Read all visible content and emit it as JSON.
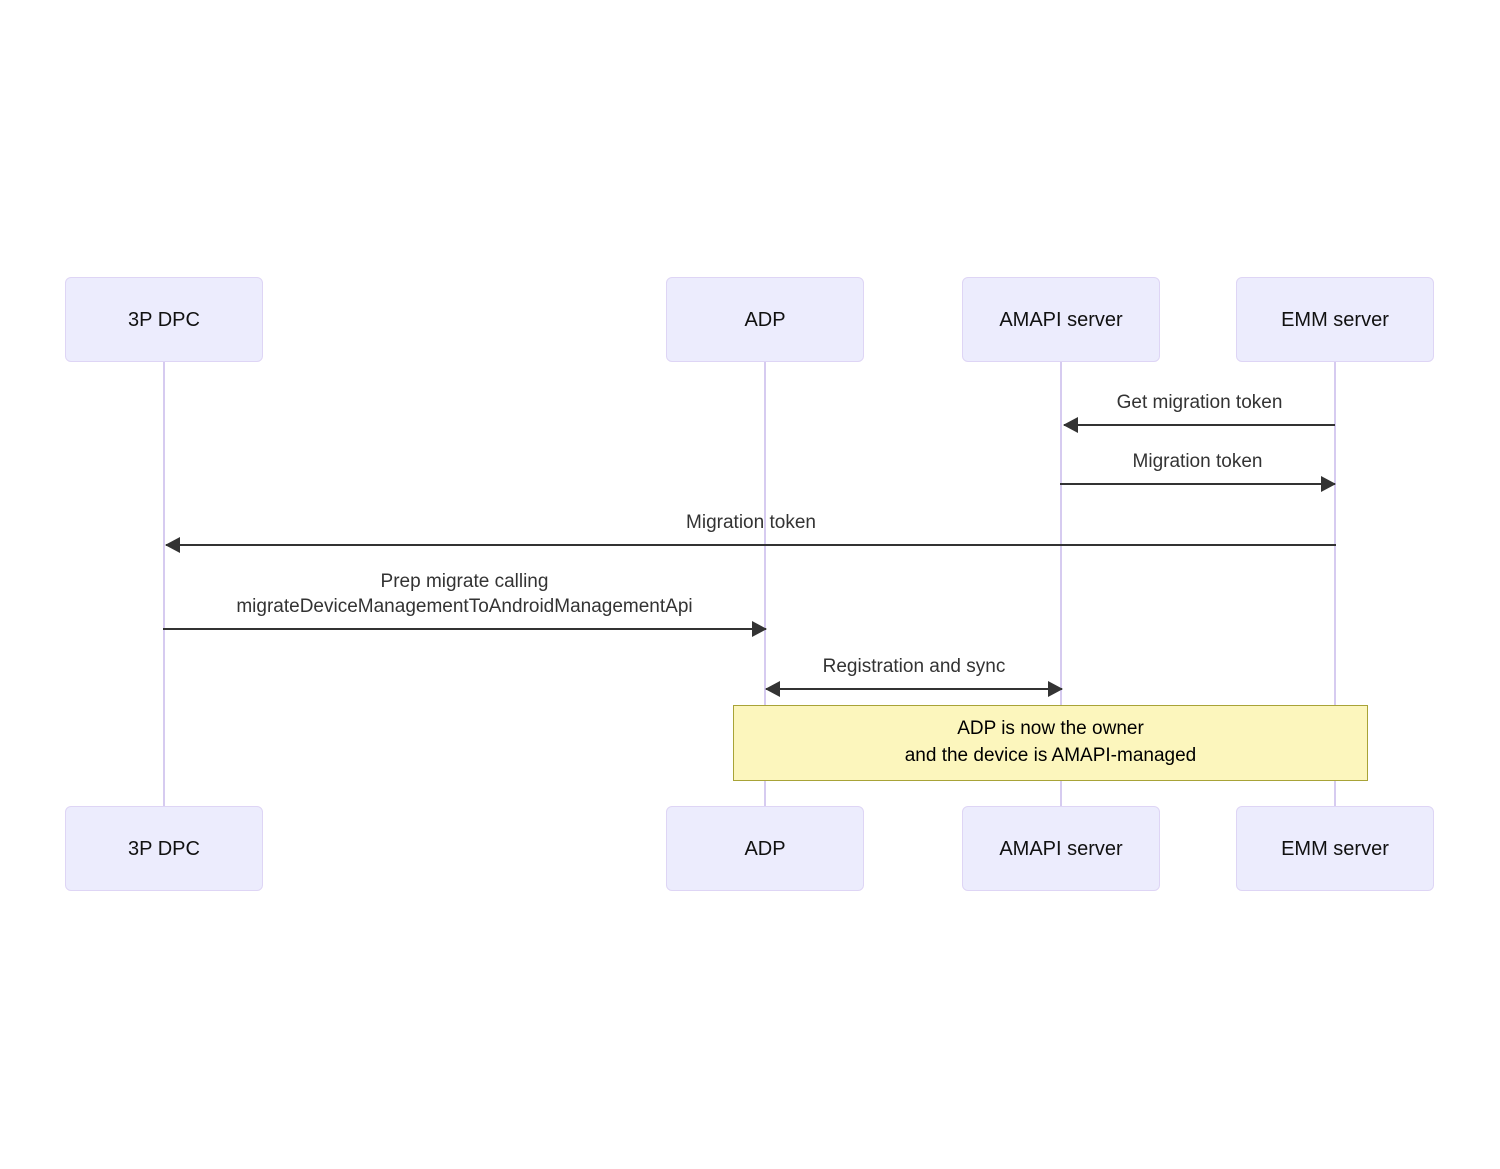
{
  "diagram": {
    "type": "sequence-diagram",
    "title": "",
    "background_color": "#ffffff",
    "actor_box_fill": "#ececfd",
    "actor_box_border": "#ded5f5",
    "lifeline_color": "#d6cbf0",
    "arrow_color": "#333333",
    "note_fill": "#fcf6bd",
    "note_border": "#a8a337"
  },
  "participants": [
    {
      "id": "dpc",
      "label": "3P DPC"
    },
    {
      "id": "adp",
      "label": "ADP"
    },
    {
      "id": "amapi",
      "label": "AMAPI server"
    },
    {
      "id": "emm",
      "label": "EMM server"
    }
  ],
  "participants_bottom": [
    {
      "id": "dpc",
      "label": "3P DPC"
    },
    {
      "id": "adp",
      "label": "ADP"
    },
    {
      "id": "amapi",
      "label": "AMAPI server"
    },
    {
      "id": "emm",
      "label": "EMM server"
    }
  ],
  "messages": [
    {
      "id": "m1",
      "label": "Get migration token",
      "from": "emm",
      "to": "amapi",
      "direction": "left"
    },
    {
      "id": "m2",
      "label": "Migration token",
      "from": "amapi",
      "to": "emm",
      "direction": "right"
    },
    {
      "id": "m3",
      "label": "Migration token",
      "from": "emm",
      "to": "dpc",
      "direction": "left"
    },
    {
      "id": "m4",
      "label": "Prep migrate calling\nmigrateDeviceManagementToAndroidManagementApi",
      "from": "dpc",
      "to": "adp",
      "direction": "right"
    },
    {
      "id": "m5",
      "label": "Registration and sync",
      "from": "adp",
      "to": "amapi",
      "direction": "both"
    }
  ],
  "notes": [
    {
      "id": "n1",
      "text": "ADP is now the owner\nand the device is AMAPI-managed",
      "spans": [
        "adp",
        "emm"
      ]
    }
  ]
}
